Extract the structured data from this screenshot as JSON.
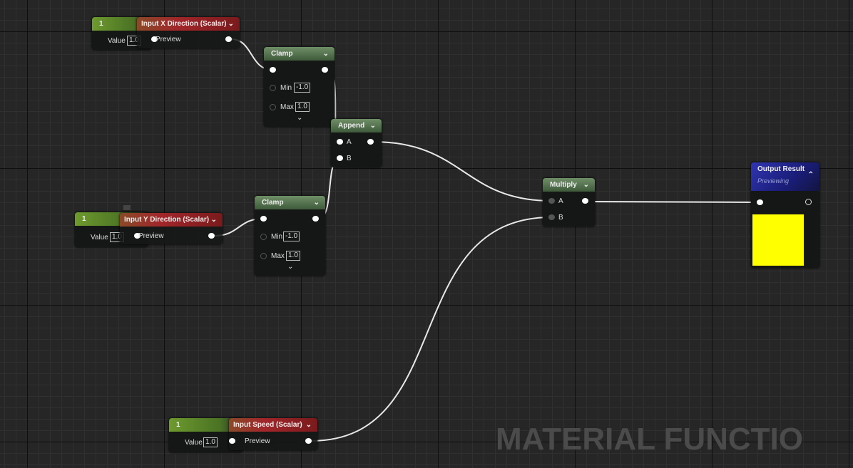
{
  "input_x": {
    "const_label": "1",
    "value_label": "Value",
    "value": "1.0",
    "title": "Input X Direction (Scalar)",
    "preview_label": "Preview"
  },
  "input_y": {
    "const_label": "1",
    "value_label": "Value",
    "value": "1.0",
    "title": "Input Y Direction (Scalar)",
    "preview_label": "Preview"
  },
  "input_speed": {
    "const_label": "1",
    "value_label": "Value",
    "value": "1.0",
    "title": "Input Speed (Scalar)",
    "preview_label": "Preview"
  },
  "clamp1": {
    "title": "Clamp",
    "min_label": "Min",
    "min": "-1.0",
    "max_label": "Max",
    "max": "1.0"
  },
  "clamp2": {
    "title": "Clamp",
    "min_label": "Min",
    "min": "-1.0",
    "max_label": "Max",
    "max": "1.0"
  },
  "append": {
    "title": "Append",
    "a": "A",
    "b": "B"
  },
  "multiply": {
    "title": "Multiply",
    "a": "A",
    "b": "B"
  },
  "output": {
    "title": "Output Result",
    "status": "Previewing",
    "preview_color": "#ffff00"
  },
  "watermark": "MATERIAL FUNCTIO"
}
